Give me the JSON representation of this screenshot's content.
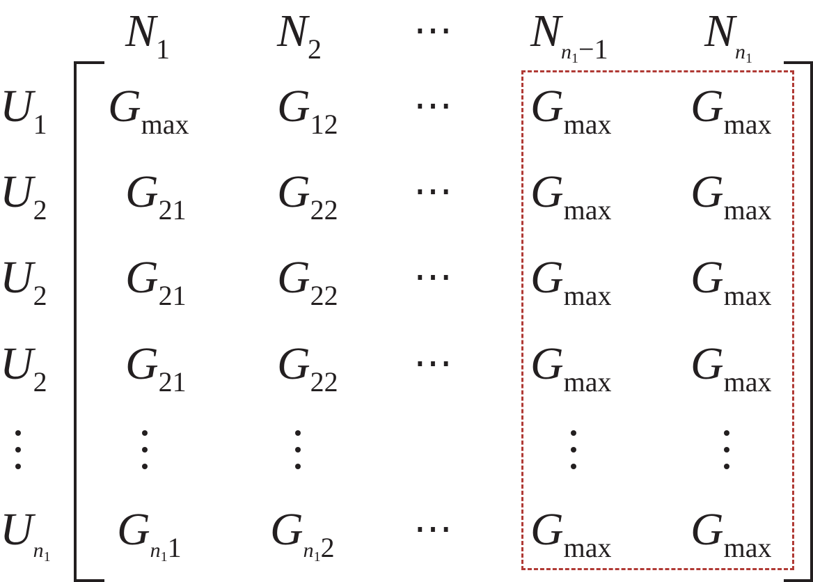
{
  "matrix": {
    "column_headers": [
      {
        "base": "N",
        "sub": "1"
      },
      {
        "base": "N",
        "sub": "2"
      },
      {
        "ellipsis": "⋯"
      },
      {
        "base": "N",
        "sub_italic": "n",
        "sub_subscript": "1",
        "sub_suffix": "−1"
      },
      {
        "base": "N",
        "sub_italic": "n",
        "sub_subscript": "1"
      }
    ],
    "row_labels": [
      {
        "base": "U",
        "sub": "1"
      },
      {
        "base": "U",
        "sub": "2"
      },
      {
        "base": "U",
        "sub": "2"
      },
      {
        "base": "U",
        "sub": "2"
      },
      {
        "vdots": true
      },
      {
        "base": "U",
        "sub_italic": "n",
        "sub_subscript": "1"
      }
    ],
    "rows": [
      [
        {
          "base": "G",
          "sub": "max"
        },
        {
          "base": "G",
          "sub": "12"
        },
        {
          "ellipsis": "⋯"
        },
        {
          "base": "G",
          "sub": "max"
        },
        {
          "base": "G",
          "sub": "max"
        }
      ],
      [
        {
          "base": "G",
          "sub": "21"
        },
        {
          "base": "G",
          "sub": "22"
        },
        {
          "ellipsis": "⋯"
        },
        {
          "base": "G",
          "sub": "max"
        },
        {
          "base": "G",
          "sub": "max"
        }
      ],
      [
        {
          "base": "G",
          "sub": "21"
        },
        {
          "base": "G",
          "sub": "22"
        },
        {
          "ellipsis": "⋯"
        },
        {
          "base": "G",
          "sub": "max"
        },
        {
          "base": "G",
          "sub": "max"
        }
      ],
      [
        {
          "base": "G",
          "sub": "21"
        },
        {
          "base": "G",
          "sub": "22"
        },
        {
          "ellipsis": "⋯"
        },
        {
          "base": "G",
          "sub": "max"
        },
        {
          "base": "G",
          "sub": "max"
        }
      ],
      [
        {
          "vdots": true
        },
        {
          "vdots": true
        },
        {
          "empty": true
        },
        {
          "vdots": true
        },
        {
          "vdots": true
        }
      ],
      [
        {
          "base": "G",
          "sub_italic": "n",
          "sub_subscript": "1",
          "sub_suffix": "1"
        },
        {
          "base": "G",
          "sub_italic": "n",
          "sub_subscript": "1",
          "sub_suffix": "2"
        },
        {
          "ellipsis": "⋯"
        },
        {
          "base": "G",
          "sub": "max"
        },
        {
          "base": "G",
          "sub": "max"
        }
      ]
    ]
  },
  "colors": {
    "ink": "#231f20",
    "highlight_border": "#b03a35"
  }
}
